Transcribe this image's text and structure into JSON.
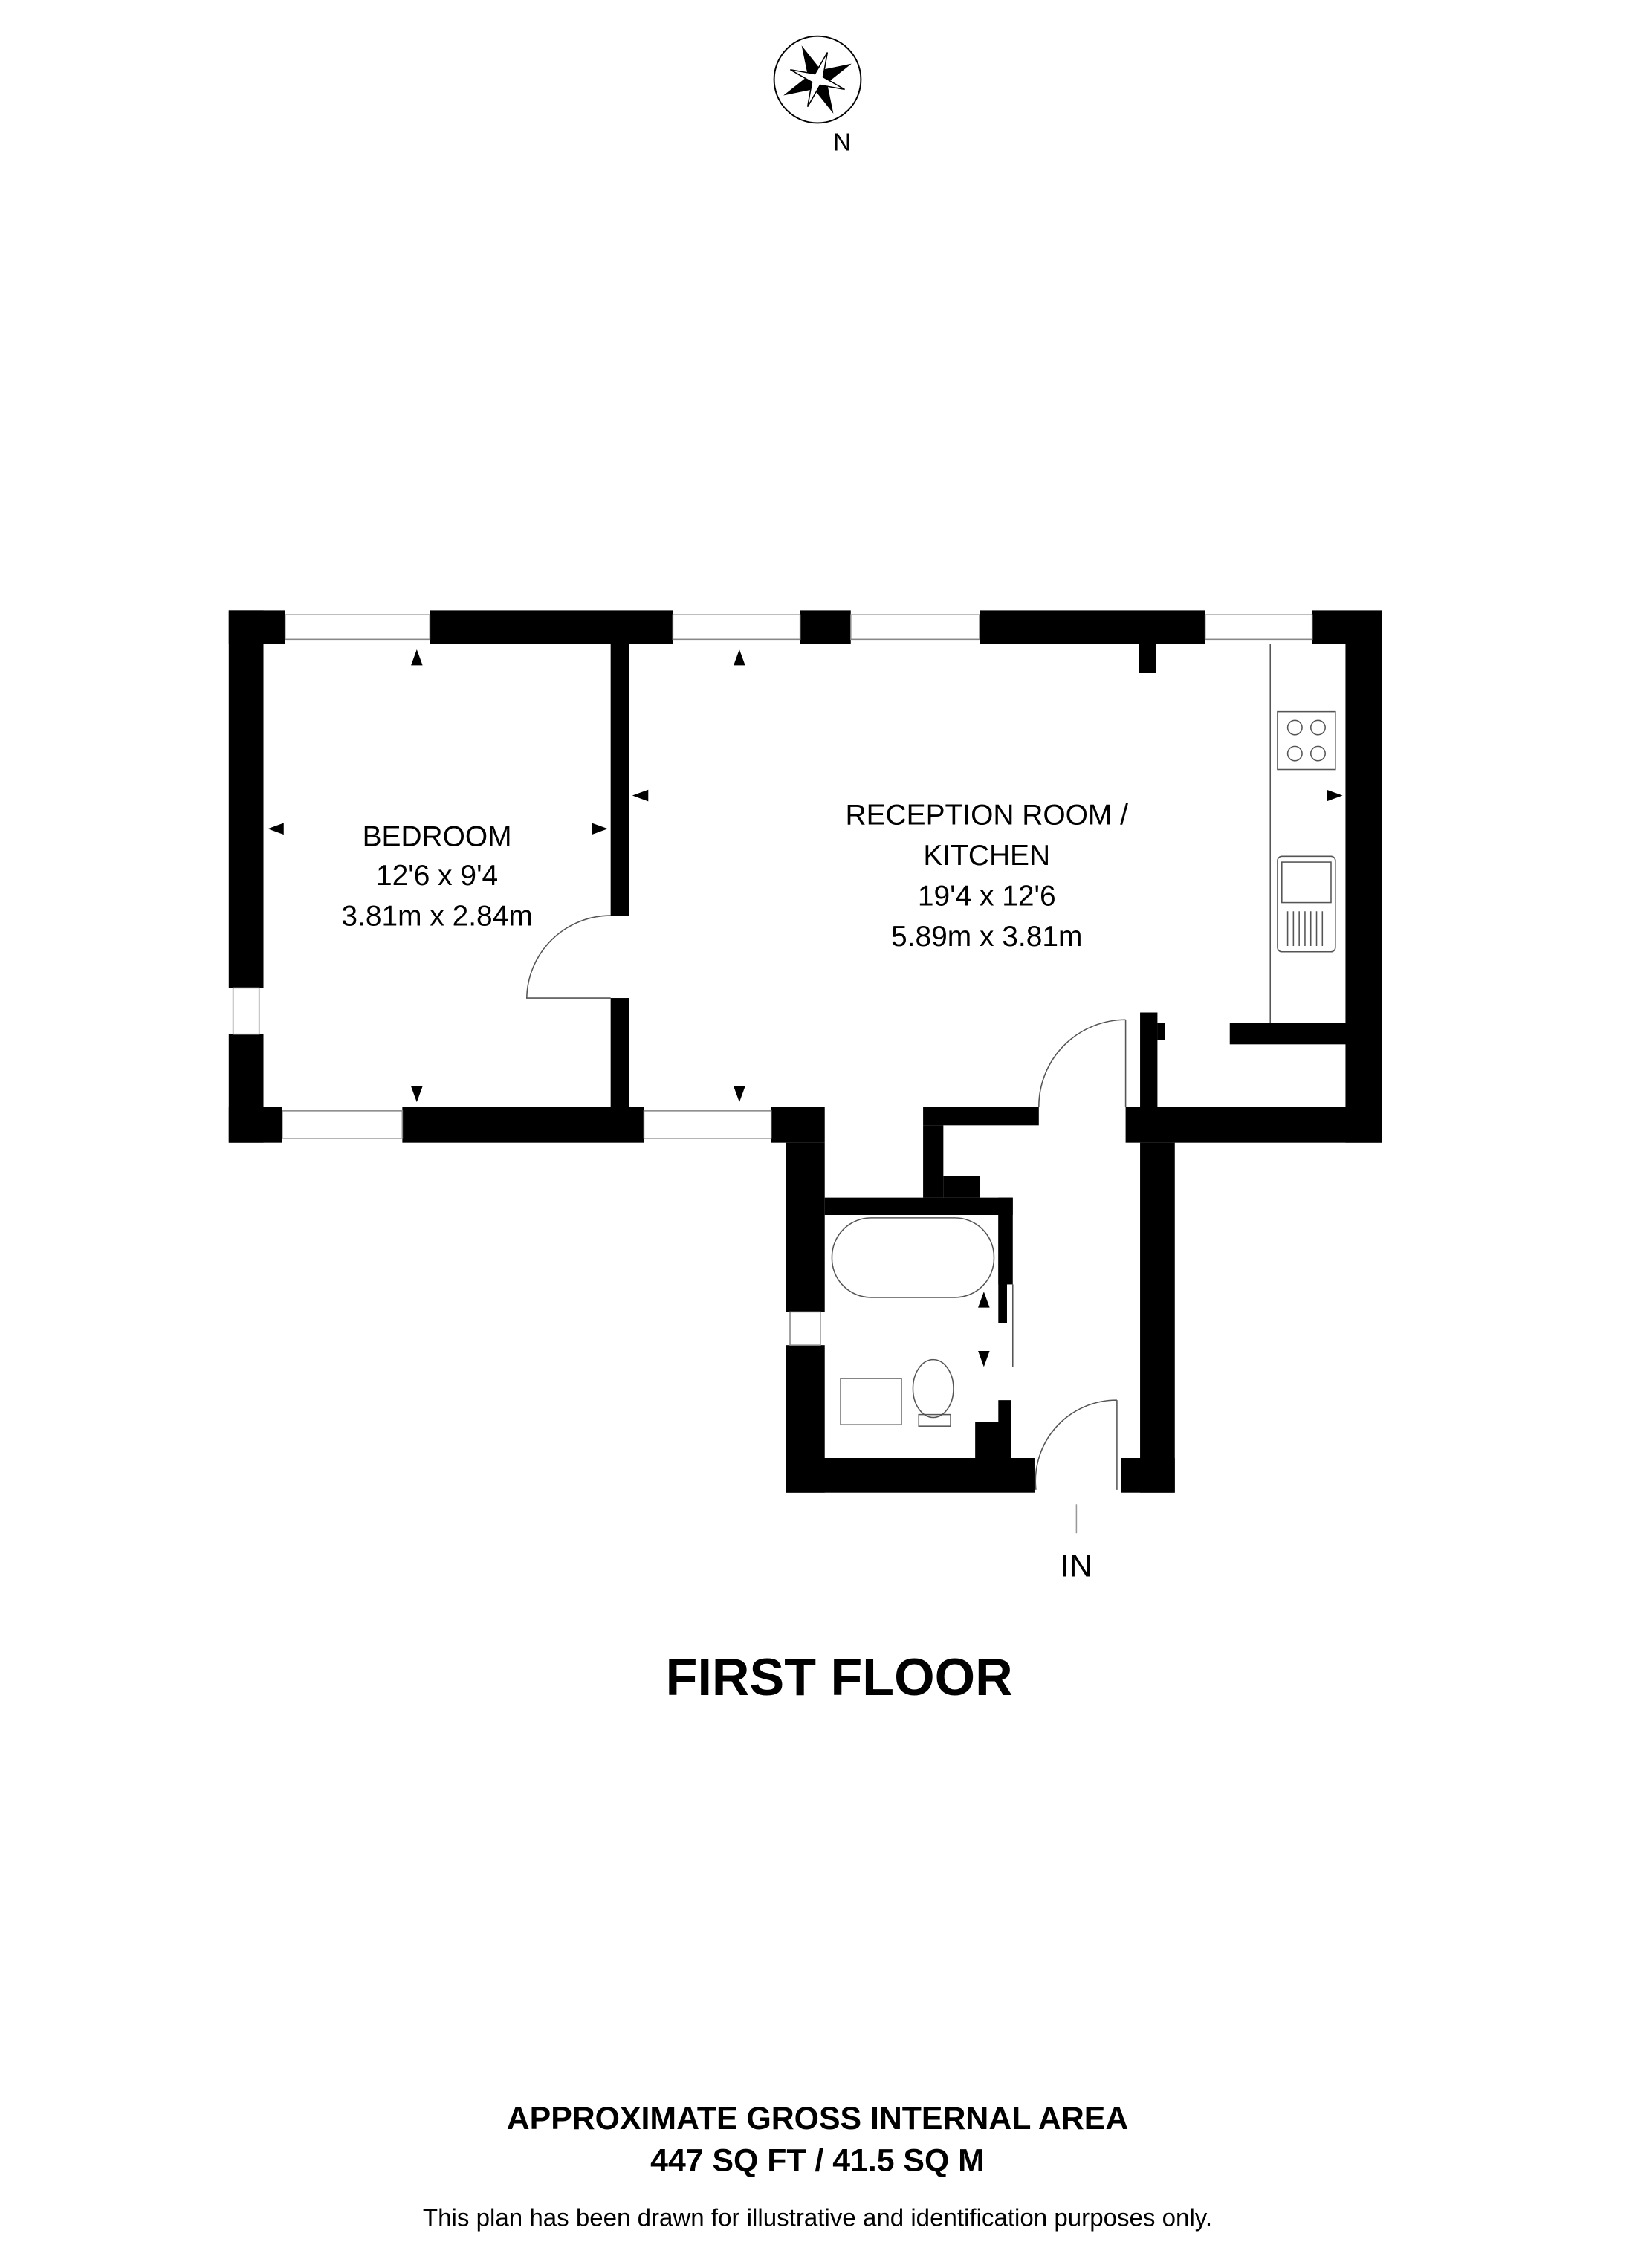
{
  "compass": {
    "label": "N",
    "icon": "compass-rose-icon"
  },
  "rooms": [
    {
      "name": "BEDROOM",
      "imperial": "12'6 x 9'4",
      "metric": "3.81m x 2.84m"
    },
    {
      "name_line1": "RECEPTION ROOM /",
      "name_line2": "KITCHEN",
      "imperial": "19'4 x 12'6",
      "metric": "5.89m x 3.81m"
    }
  ],
  "entrance_label": "IN",
  "floor_title": "FIRST FLOOR",
  "area": {
    "heading": "APPROXIMATE GROSS INTERNAL AREA",
    "value": "447 SQ FT / 41.5 SQ M"
  },
  "disclaimer": "This plan has been drawn for illustrative and identification purposes only.",
  "colors": {
    "wall": "#000000",
    "background": "#ffffff",
    "fixture_line": "#555555"
  }
}
